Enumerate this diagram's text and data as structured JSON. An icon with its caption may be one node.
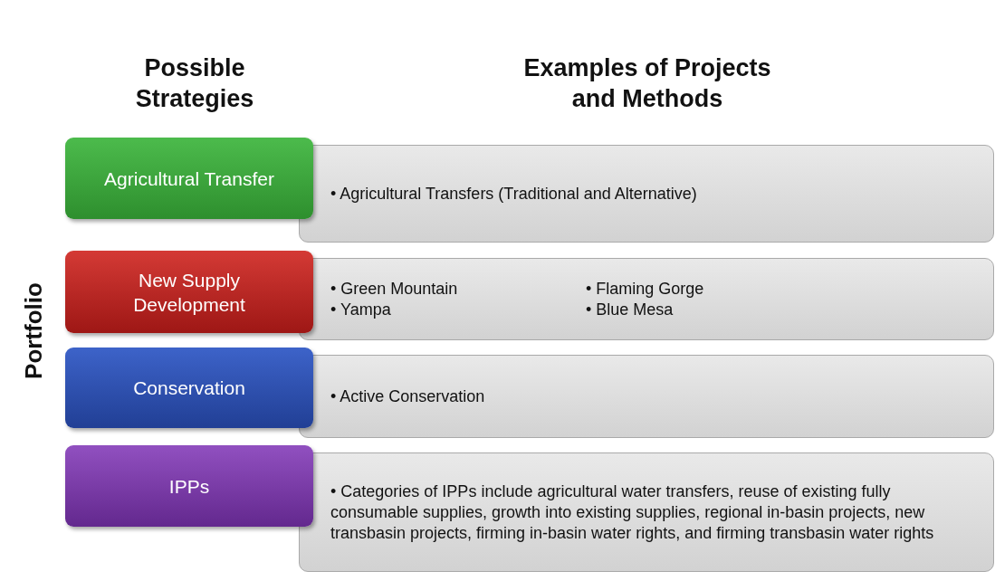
{
  "diagram": {
    "nodes": [
      {
        "text": [
          "Agricultural Transfer"
        ]
      },
      {
        "text": [
          "• Agricultural Transfers (Traditional and Alternative)"
        ]
      },
      {
        "text": [
          "New Supply Development"
        ]
      },
      {
        "text": [
          "• Green Mountain",
          "• Flaming Gorge",
          "• Yampa",
          "• Blue Mesa"
        ]
      },
      {
        "text": [
          "Conservation"
        ]
      },
      {
        "text": [
          "• Active Conservation"
        ]
      },
      {
        "text": [
          "IPPs"
        ]
      },
      {
        "text": [
          "• Categories of IPPs include agricultural water transfers, reuse of existing fully consumable supplies, growth into existing supplies, regional in-basin projects, new transbasin projects, firming in-basin water rights, and firming transbasin water rights"
        ]
      }
    ],
    "labels": [
      "Possible Strategies",
      "Examples of Projects and Methods",
      "Portfolio"
    ]
  }
}
